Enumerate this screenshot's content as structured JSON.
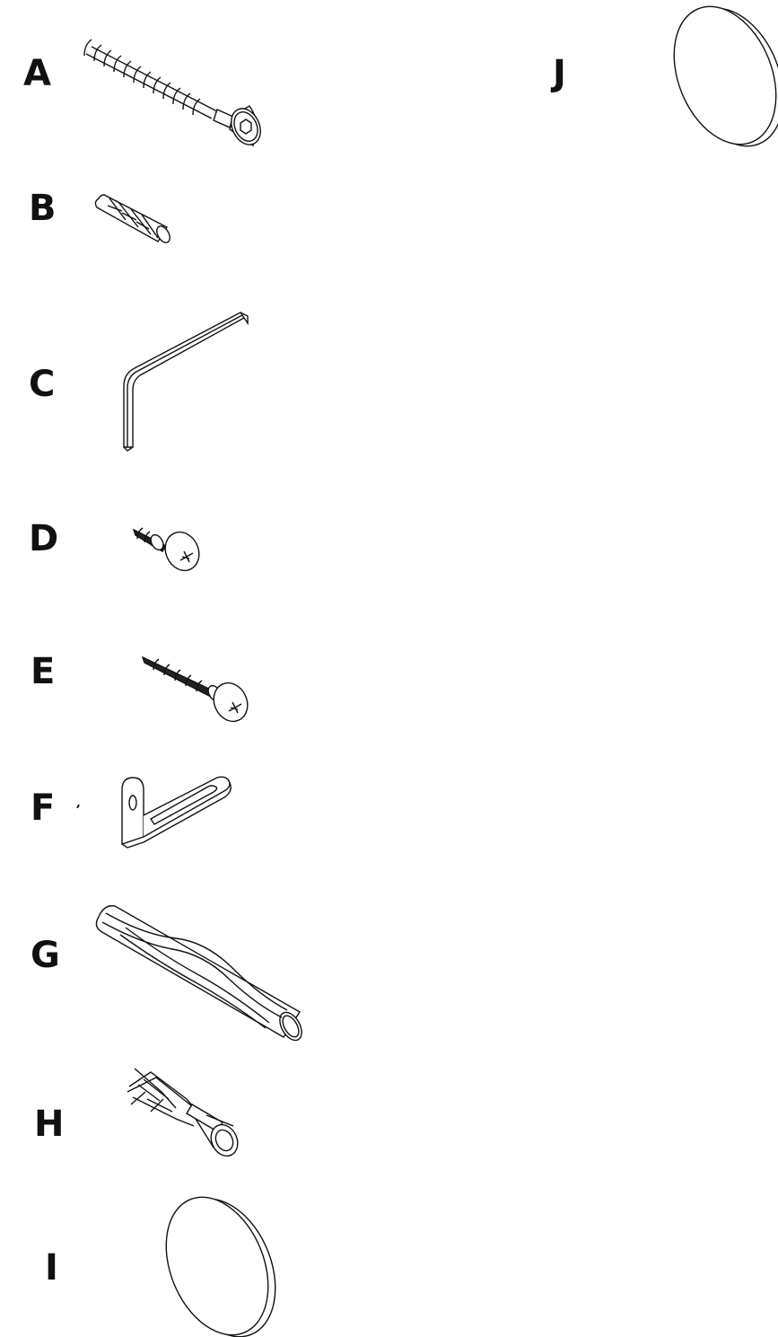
{
  "parts": [
    {
      "letter": "A",
      "icon": "cam-screw-icon"
    },
    {
      "letter": "B",
      "icon": "short-wood-dowel-icon"
    },
    {
      "letter": "C",
      "icon": "allen-key-icon"
    },
    {
      "letter": "D",
      "icon": "short-phillips-screw-icon"
    },
    {
      "letter": "E",
      "icon": "long-phillips-screw-icon"
    },
    {
      "letter": "F",
      "icon": "l-bracket-icon"
    },
    {
      "letter": "G",
      "icon": "long-wood-dowel-icon"
    },
    {
      "letter": "H",
      "icon": "wall-anchor-icon"
    },
    {
      "letter": "I",
      "icon": "cover-cap-icon"
    },
    {
      "letter": "J",
      "icon": "cover-cap-icon"
    }
  ],
  "colors": {
    "line": "#111111",
    "background": "#ffffff"
  }
}
